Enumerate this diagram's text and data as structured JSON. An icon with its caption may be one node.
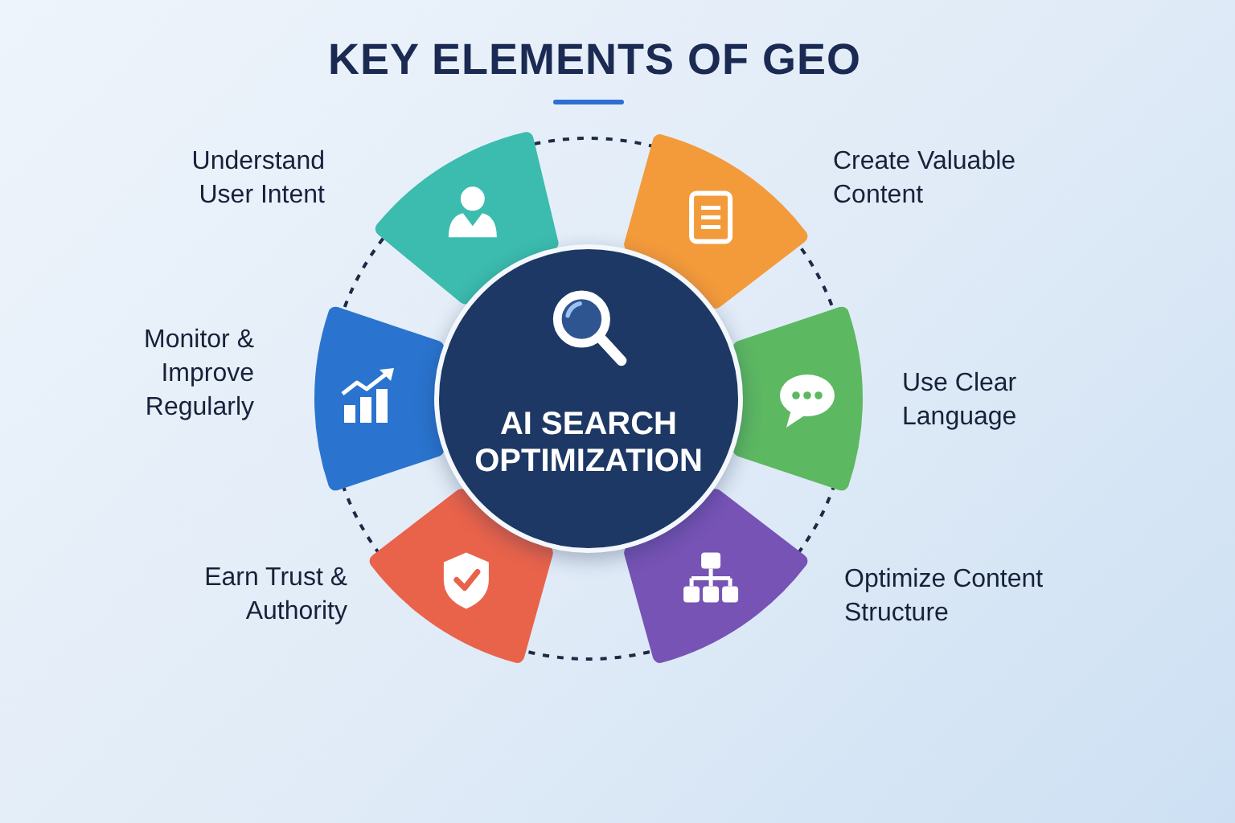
{
  "diagram": {
    "title": "KEY ELEMENTS OF GEO",
    "nodes": [
      {
        "text": [
          "AI SEARCH OPTIMIZATION"
        ]
      },
      {
        "text": [],
        "shape": "wedge",
        "beside": [
          "Understand User Intent"
        ]
      },
      {
        "text": [],
        "shape": "wedge",
        "beside": [
          "Create Valuable Content"
        ]
      },
      {
        "text": [],
        "shape": "wedge",
        "beside": [
          "Use Clear Language"
        ]
      },
      {
        "text": [],
        "shape": "wedge",
        "beside": [
          "Optimize Content Structure"
        ]
      },
      {
        "text": [],
        "shape": "wedge",
        "beside": [
          "Earn Trust & Authority"
        ]
      },
      {
        "text": [],
        "shape": "wedge",
        "beside": [
          "Monitor & Improve Regularly"
        ]
      }
    ]
  }
}
